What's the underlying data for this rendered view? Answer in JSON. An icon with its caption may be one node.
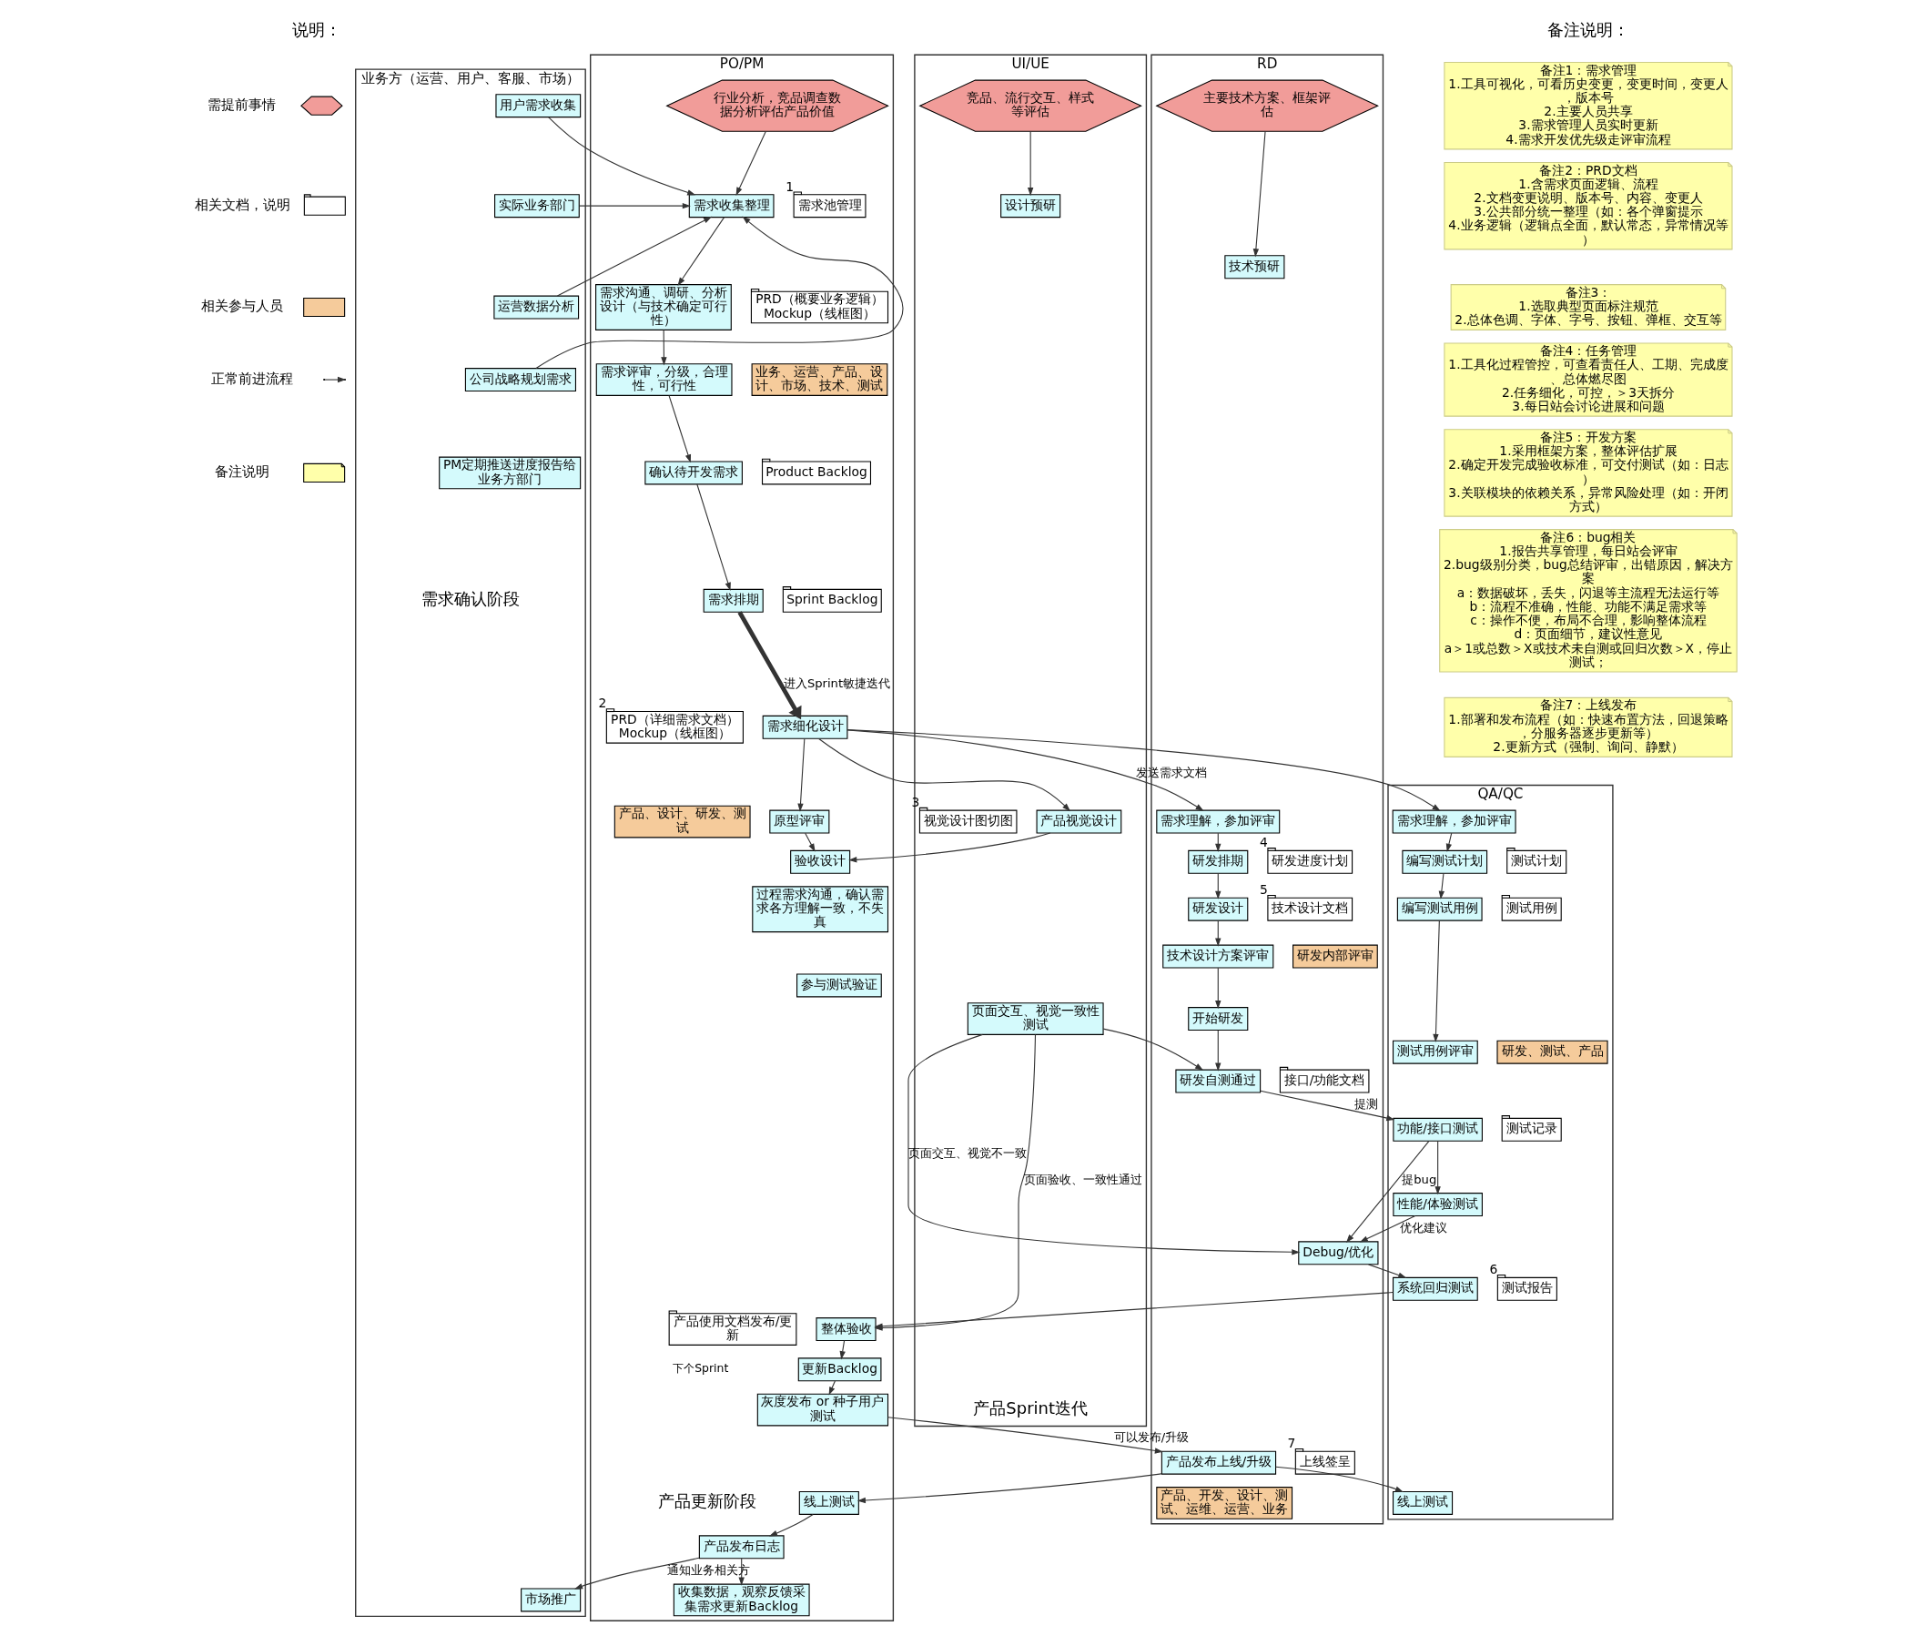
{
  "diagram": {
    "nodes": [
      {
        "text": [
          "业务方（运营、用户、客服、市场）"
        ]
      },
      {
        "text": [
          "UI/UE"
        ]
      },
      {
        "text": [
          "PO/PM"
        ]
      },
      {
        "text": [
          "RD"
        ]
      },
      {
        "text": [
          "QA/QC"
        ]
      },
      {
        "text": [
          "用户需求收集"
        ],
        "in": 0
      },
      {
        "text": [
          "实际业务部门"
        ],
        "in": 0
      },
      {
        "text": [
          "运营数据分析"
        ],
        "in": 0
      },
      {
        "text": [
          "公司战略规划需求"
        ],
        "in": 0
      },
      {
        "text": [
          "PM定期推送进度报告给业务方部门"
        ],
        "in": 0
      },
      {
        "text": [
          "市场推广"
        ],
        "in": 0
      },
      {
        "text": [
          "竞品、流行交互、样式等评估"
        ],
        "in": 1
      },
      {
        "text": [
          "设计预研"
        ],
        "in": 1
      },
      {
        "text": [
          "视觉设计图切图"
        ],
        "in": 1,
        "beside": [
          "3"
        ]
      },
      {
        "text": [
          "产品视觉设计"
        ],
        "in": 1
      },
      {
        "text": [
          "页面交互、视觉一致性测试"
        ],
        "in": 1
      },
      {
        "text": [
          "行业分析，竞品调查数据分析评估产品价值"
        ],
        "in": 2
      },
      {
        "text": [
          "需求收集整理"
        ],
        "in": 2
      },
      {
        "text": [
          "需求池管理"
        ],
        "in": 2,
        "beside": [
          "1"
        ]
      },
      {
        "text": [
          "需求沟通、调研、分析设计（与技术确定可行性）"
        ],
        "in": 2
      },
      {
        "text": [
          "PRD（概要业务逻辑）Mockup（线框图）"
        ],
        "in": 2
      },
      {
        "text": [
          "需求评审，分级，合理性，可行性"
        ],
        "in": 2
      },
      {
        "text": [
          "业务、运营、产品、设计、市场、技术、测试"
        ],
        "in": 2
      },
      {
        "text": [
          "确认待开发需求"
        ],
        "in": 2
      },
      {
        "text": [
          "Product Backlog"
        ],
        "in": 2
      },
      {
        "text": [
          "需求排期"
        ],
        "in": 2
      },
      {
        "text": [
          "Sprint Backlog"
        ],
        "in": 2
      },
      {
        "text": [
          "需求细化设计"
        ],
        "in": 2
      },
      {
        "text": [
          "PRD（详细需求文档）Mockup（线框图）"
        ],
        "in": 2,
        "beside": [
          "2"
        ]
      },
      {
        "text": [
          "原型评审"
        ],
        "in": 2
      },
      {
        "text": [
          "产品、设计、研发、测试"
        ],
        "in": 2
      },
      {
        "text": [
          "验收设计"
        ],
        "in": 2
      },
      {
        "text": [
          "过程需求沟通，确认需求各方理解一致，不失真"
        ],
        "in": 2
      },
      {
        "text": [
          "参与测试验证"
        ],
        "in": 2
      },
      {
        "text": [
          "整体验收"
        ],
        "in": 2
      },
      {
        "text": [
          "产品使用文档发布/更新"
        ],
        "in": 2
      },
      {
        "text": [
          "更新Backlog"
        ],
        "in": 2
      },
      {
        "text": [
          "灰度发布 or 种子用户测试"
        ],
        "in": 2
      },
      {
        "text": [
          "线上测试"
        ],
        "in": 2
      },
      {
        "text": [
          "产品发布日志"
        ],
        "in": 2
      },
      {
        "text": [
          "收集数据，观察反馈采集需求更新Backlog"
        ],
        "in": 2
      },
      {
        "text": [
          "主要技术方案、框架评估"
        ],
        "in": 3
      },
      {
        "text": [
          "技术预研"
        ],
        "in": 3
      },
      {
        "text": [
          "需求理解，参加评审"
        ],
        "in": 3
      },
      {
        "text": [
          "研发排期"
        ],
        "in": 3
      },
      {
        "text": [
          "研发进度计划"
        ],
        "in": 3,
        "beside": [
          "4"
        ]
      },
      {
        "text": [
          "研发设计"
        ],
        "in": 3
      },
      {
        "text": [
          "技术设计文档"
        ],
        "in": 3,
        "beside": [
          "5"
        ]
      },
      {
        "text": [
          "技术设计方案评审"
        ],
        "in": 3
      },
      {
        "text": [
          "研发内部评审"
        ],
        "in": 3
      },
      {
        "text": [
          "开始研发"
        ],
        "in": 3
      },
      {
        "text": [
          "研发自测通过"
        ],
        "in": 3
      },
      {
        "text": [
          "接口/功能文档"
        ],
        "in": 3
      },
      {
        "text": [
          "Debug/优化"
        ],
        "in": 3
      },
      {
        "text": [
          "产品发布上线/升级"
        ],
        "in": 3
      },
      {
        "text": [
          "上线签呈"
        ],
        "in": 3,
        "beside": [
          "7"
        ]
      },
      {
        "text": [
          "产品、开发、设计、测试、运维、运营、业务"
        ],
        "in": 3
      },
      {
        "text": [
          "需求理解，参加评审"
        ],
        "in": 4
      },
      {
        "text": [
          "编写测试计划"
        ],
        "in": 4
      },
      {
        "text": [
          "测试计划"
        ],
        "in": 4
      },
      {
        "text": [
          "编写测试用例"
        ],
        "in": 4
      },
      {
        "text": [
          "测试用例"
        ],
        "in": 4
      },
      {
        "text": [
          "测试用例评审"
        ],
        "in": 4
      },
      {
        "text": [
          "研发、测试、产品"
        ],
        "in": 4
      },
      {
        "text": [
          "功能/接口测试"
        ],
        "in": 4
      },
      {
        "text": [
          "测试记录"
        ],
        "in": 4
      },
      {
        "text": [
          "性能/体验测试"
        ],
        "in": 4
      },
      {
        "text": [
          "系统回归测试"
        ],
        "in": 4
      },
      {
        "text": [
          "测试报告"
        ],
        "in": 4,
        "beside": [
          "6"
        ]
      },
      {
        "text": [
          "线上测试"
        ],
        "in": 4
      },
      {
        "text": [
          "备注1：需求管理",
          "1.工具可视化，可看历史变更，变更时间，变更人，版本号",
          "2.主要人员共享",
          "3.需求管理人员实时更新",
          "4.需求开发优先级走评审流程"
        ]
      },
      {
        "text": [
          "备注2：PRD文档",
          "1.含需求页面逻辑、流程",
          "2.文档变更说明、版本号、内容、变更人",
          "3.公共部分统一整理（如：各个弹窗提示",
          "4.业务逻辑（逻辑点全面，默认常态，异常情况等）"
        ]
      },
      {
        "text": [
          "备注3：",
          "1.选取典型页面标注规范",
          "2.总体色调、字体、字号、按钮、弹框、交互等"
        ]
      },
      {
        "text": [
          "备注4：任务管理",
          "1.工具化过程管控，可查看责任人、工期、完成度、总体燃尽图",
          "2.任务细化，可控，＞3天拆分",
          "3.每日站会讨论进展和问题"
        ]
      },
      {
        "text": [
          "备注5：开发方案",
          "1.采用框架方案，整体评估扩展",
          "2.确定开发完成验收标准，可交付测试（如：日志）",
          "3.关联模块的依赖关系，异常风险处理（如：开闭方式）"
        ]
      },
      {
        "text": [
          "备注6：bug相关",
          "1.报告共享管理，每日站会评审",
          "2.bug级别分类，bug总结评审，出错原因，解决方案",
          "a：数据破坏，丢失，闪退等主流程无法运行等",
          "b：流程不准确，性能、功能不满足需求等",
          "c：操作不便，布局不合理，影响整体流程",
          "d：页面细节，建议性意见",
          "a＞1或总数＞X或技术未自测或回归次数＞X，停止测试；"
        ]
      },
      {
        "text": [
          "备注7：上线发布",
          "1.部署和发布流程（如：快速布置方法，回退策略，分服务器逐步更新等）",
          "2.更新方式（强制、询问、静默）"
        ]
      }
    ],
    "edges": [
      {
        "from": 5,
        "to": 17,
        "arrow": "to"
      },
      {
        "from": 6,
        "to": 17,
        "arrow": "to"
      },
      {
        "from": 7,
        "to": 17,
        "arrow": "to"
      },
      {
        "from": 8,
        "to": 17,
        "arrow": "to"
      },
      {
        "from": 16,
        "to": 17,
        "arrow": "to"
      },
      {
        "from": 17,
        "to": 19,
        "arrow": "to"
      },
      {
        "from": 19,
        "to": 21,
        "arrow": "to"
      },
      {
        "from": 21,
        "to": 23,
        "arrow": "to"
      },
      {
        "from": 23,
        "to": 25,
        "arrow": "to"
      },
      {
        "from": 11,
        "to": 12,
        "arrow": "to"
      },
      {
        "from": 41,
        "to": 42,
        "arrow": "to"
      },
      {
        "from": 25,
        "to": 27,
        "arrow": "to",
        "label": "进入Sprint敏捷迭代",
        "style": "thick"
      },
      {
        "from": 27,
        "to": 14,
        "arrow": "to"
      },
      {
        "from": 27,
        "to": 29,
        "arrow": "to"
      },
      {
        "from": 27,
        "to": 43,
        "arrow": "to",
        "label": "发送需求文档"
      },
      {
        "from": 27,
        "to": 57,
        "arrow": "to"
      },
      {
        "from": 29,
        "to": 31,
        "arrow": "to"
      },
      {
        "from": 14,
        "to": 31,
        "arrow": "to"
      },
      {
        "from": 43,
        "to": 44,
        "arrow": "to"
      },
      {
        "from": 44,
        "to": 46,
        "arrow": "to"
      },
      {
        "from": 46,
        "to": 48,
        "arrow": "to"
      },
      {
        "from": 48,
        "to": 50,
        "arrow": "to"
      },
      {
        "from": 50,
        "to": 51,
        "arrow": "to"
      },
      {
        "from": 57,
        "to": 58,
        "arrow": "to"
      },
      {
        "from": 58,
        "to": 60,
        "arrow": "to"
      },
      {
        "from": 60,
        "to": 62,
        "arrow": "to"
      },
      {
        "from": 51,
        "to": 64,
        "arrow": "to",
        "label": "提测"
      },
      {
        "from": 64,
        "to": 66,
        "arrow": "to"
      },
      {
        "from": 64,
        "to": 53,
        "arrow": "to",
        "label": "提bug"
      },
      {
        "from": 66,
        "to": 53,
        "arrow": "to",
        "label": "优化建议"
      },
      {
        "from": 15,
        "to": 53,
        "arrow": "to",
        "label": "页面交互、视觉不一致"
      },
      {
        "from": 15,
        "to": 51,
        "arrow": "to"
      },
      {
        "from": 53,
        "to": 67,
        "arrow": "to"
      },
      {
        "from": 15,
        "to": 34,
        "arrow": "to",
        "label": "页面验收、一致性通过"
      },
      {
        "from": 67,
        "to": 34,
        "arrow": "to"
      },
      {
        "from": 34,
        "to": 36,
        "arrow": "to"
      },
      {
        "from": 36,
        "to": 37,
        "arrow": "to"
      },
      {
        "from": 37,
        "to": 54,
        "arrow": "to",
        "label": "可以发布/升级"
      },
      {
        "from": 54,
        "to": 38,
        "arrow": "to"
      },
      {
        "from": 54,
        "to": 69,
        "arrow": "to"
      },
      {
        "from": 38,
        "to": 39,
        "arrow": "to"
      },
      {
        "from": 39,
        "to": 40,
        "arrow": "to"
      },
      {
        "from": 39,
        "to": 10,
        "arrow": "to",
        "label": "通知业务相关方"
      }
    ],
    "labels": [
      "说明：",
      "备注说明：",
      "需求确认阶段",
      "产品Sprint迭代",
      "下个Sprint",
      "产品更新阶段"
    ],
    "legend": [
      {
        "text": "需提前事情",
        "color": "#f19c99"
      },
      {
        "text": "相关文档，说明"
      },
      {
        "text": "相关参与人员",
        "color": "#f5cb9b"
      },
      {
        "text": "正常前进流程"
      },
      {
        "text": "备注说明",
        "color": "#ffffaa"
      }
    ]
  }
}
